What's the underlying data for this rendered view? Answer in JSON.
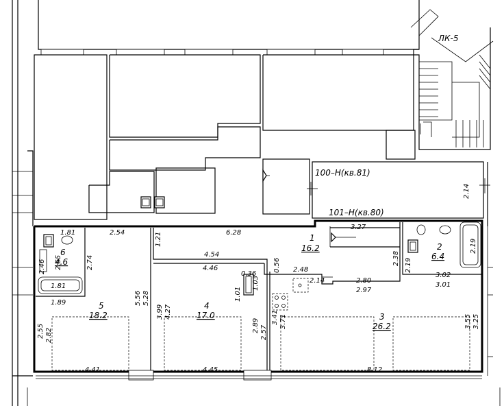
{
  "stair_label": "ЛК-5",
  "apartments": [
    {
      "id": "apt-81",
      "label": "100–Н(кв.81)"
    },
    {
      "id": "apt-80",
      "label": "101–Н(кв.80)"
    }
  ],
  "rooms": [
    {
      "id": "room-1",
      "number": "1",
      "area": "16.2"
    },
    {
      "id": "room-2",
      "number": "2",
      "area": "6.4"
    },
    {
      "id": "room-3",
      "number": "3",
      "area": "26.2"
    },
    {
      "id": "room-4",
      "number": "4",
      "area": "17.0"
    },
    {
      "id": "room-5",
      "number": "5",
      "area": "18.2"
    },
    {
      "id": "room-6",
      "number": "6",
      "area": "4.6"
    }
  ],
  "dimensions": [
    "1.81",
    "2.54",
    "6.28",
    "3.27",
    "1.21",
    "4.54",
    "4.46",
    "0.56",
    "2.48",
    "2.14",
    "2.80",
    "2.97",
    "3.02",
    "3.01",
    "2.38",
    "2.19",
    "2.19",
    "2.65",
    "2.74",
    "2.46",
    "1.81",
    "1.89",
    "5.56",
    "5.28",
    "3.99",
    "4.27",
    "1.01",
    "0.36",
    "1.03",
    "2.89",
    "2.57",
    "3.41",
    "3.71",
    "3.55",
    "3.25",
    "2.55",
    "2.82",
    "4.41",
    "4.45",
    "8.12",
    "2.14"
  ]
}
